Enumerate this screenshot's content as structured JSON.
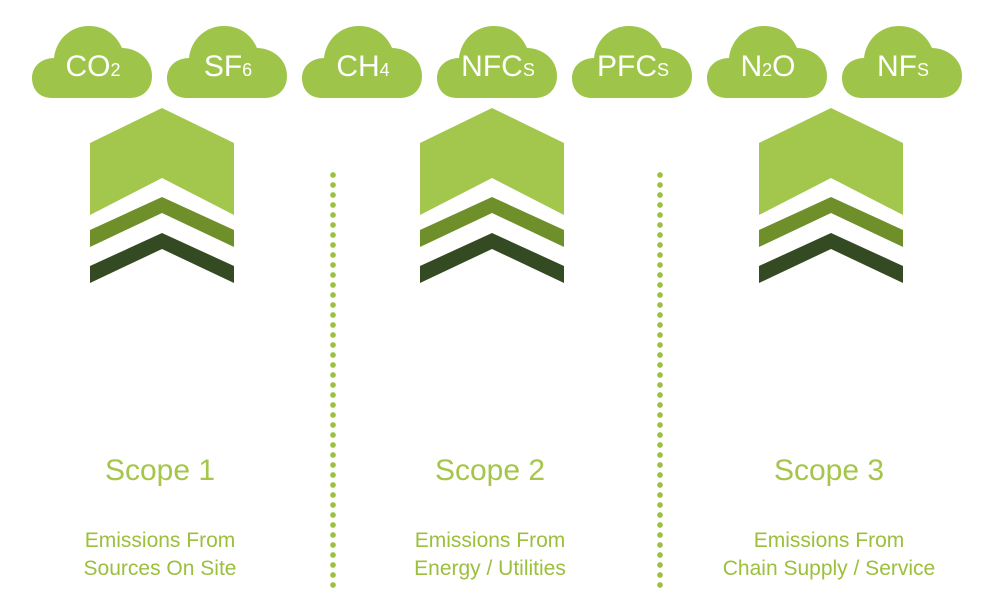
{
  "gases": [
    {
      "main": "CO",
      "sub": "2",
      "after": ""
    },
    {
      "main": "SF",
      "sub": "6",
      "after": ""
    },
    {
      "main": "CH",
      "sub": "4",
      "after": ""
    },
    {
      "main": "NFC",
      "sub": "S",
      "after": ""
    },
    {
      "main": "PFC",
      "sub": "S",
      "after": ""
    },
    {
      "main": "N",
      "sub": "2",
      "after": "O"
    },
    {
      "main": "NF",
      "sub": "S",
      "after": ""
    }
  ],
  "scopes": [
    {
      "title": "Scope 1",
      "desc_line1": "Emissions From",
      "desc_line2": "Sources On Site"
    },
    {
      "title": "Scope 2",
      "desc_line1": "Emissions From",
      "desc_line2": "Energy / Utilities"
    },
    {
      "title": "Scope 3",
      "desc_line1": "Emissions From",
      "desc_line2": "Chain Supply / Service"
    }
  ],
  "colors": {
    "cloud": "#9ec54a",
    "chevron_light": "#a3c64c",
    "chevron_mid": "#6e8f2a",
    "chevron_dark": "#344a22",
    "scope_title": "#a5c64a",
    "scope_desc": "#9cbf3c",
    "divider": "#9cc142"
  }
}
